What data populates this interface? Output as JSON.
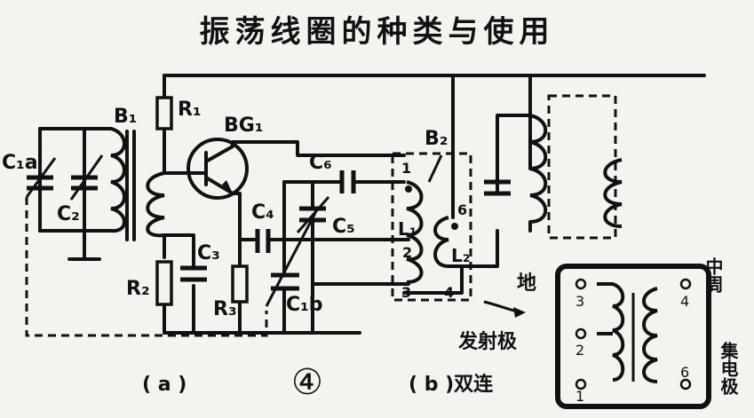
{
  "title": "振荡线圈的种类与使用",
  "figure_number": "④",
  "captions": {
    "a": "( a )",
    "b": "( b )双连"
  },
  "labels": {
    "B1": "B₁",
    "R1": "R₁",
    "BG1": "BG₁",
    "B2": "B₂",
    "C1a": "C₁a",
    "C2": "C₂",
    "C6": "C₆",
    "C4": "C₄",
    "C5": "C₅",
    "C3": "C₃",
    "R2": "R₂",
    "R3": "R₃",
    "C1b": "C₁b",
    "L1": "L₁",
    "L2": "L₂",
    "pin1": "1",
    "pin2": "2",
    "pin3": "3",
    "pin4": "4",
    "pin6": "6"
  },
  "pinout": {
    "ground": "地",
    "emitter": "发射极",
    "if_label": "中周",
    "collector": "集电极",
    "pins_left": [
      "3",
      "2",
      "1"
    ],
    "pins_right": [
      "4",
      "6"
    ]
  }
}
